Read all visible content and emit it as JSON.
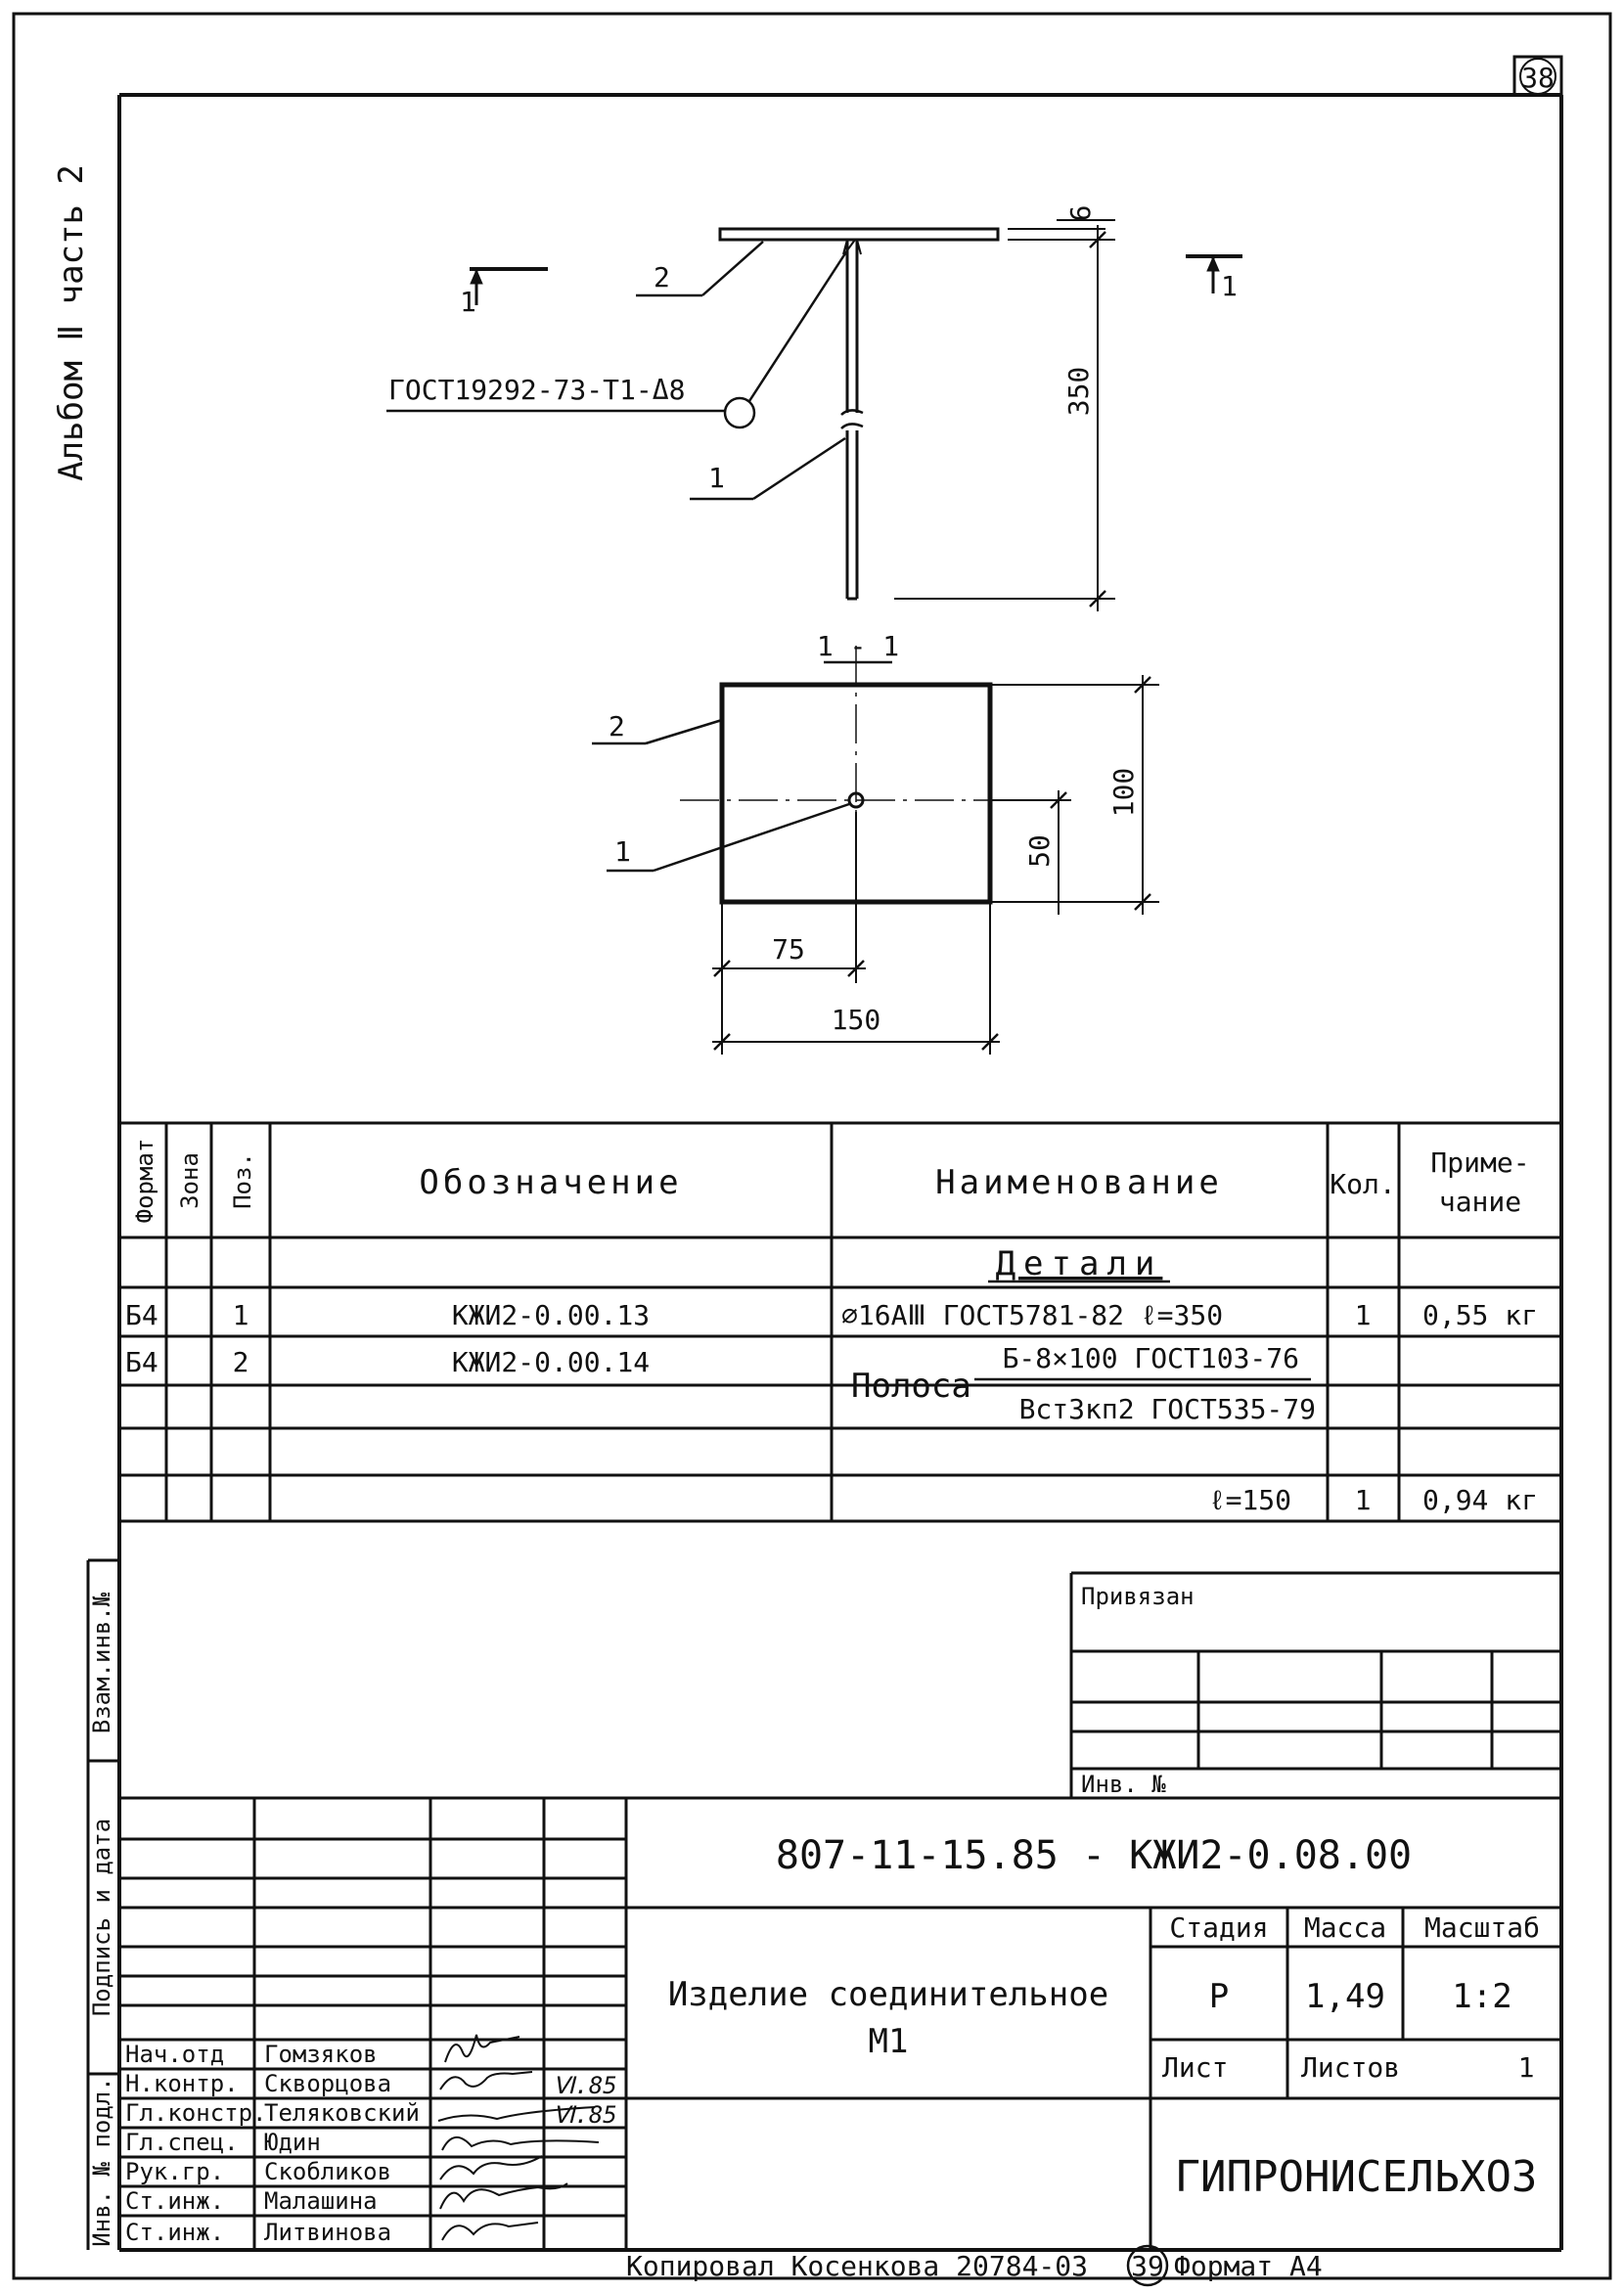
{
  "colors": {
    "ink": "#111111",
    "paper": "#ffffff"
  },
  "sheet_number": "38",
  "side_album": "Альбом Ⅱ часть 2",
  "side_stamps": [
    "Инв. № подл.",
    "Подпись и дата",
    "Взам.инв.№"
  ],
  "drawing": {
    "weld_note": "ГОСТ19292-73-Т1-Δ8",
    "section_mark": "1",
    "section_label": "1 - 1",
    "callout_1": "1",
    "callout_2": "2",
    "dim_6": "6",
    "dim_350": "350",
    "dim_100": "100",
    "dim_50": "50",
    "dim_75": "75",
    "dim_150": "150"
  },
  "spec": {
    "headers": {
      "format": "Формат",
      "zone": "Зона",
      "pos": "Поз.",
      "designation": "Обозначение",
      "name": "Наименование",
      "qty": "Кол.",
      "note1": "Приме-",
      "note2": "чание"
    },
    "section_title": "Детали",
    "rows": [
      {
        "format": "Б4",
        "pos": "1",
        "designation": "КЖИ2-0.00.13",
        "name": "⌀16АⅢ ГОСТ5781-82 ℓ=350",
        "qty": "1",
        "note": "0,55 кг"
      },
      {
        "format": "Б4",
        "pos": "2",
        "designation": "КЖИ2-0.00.14",
        "name_prefix": "Полоса",
        "name_top": "Б-8×100 ГОСТ103-76",
        "name_bottom": "Вст3кп2 ГОСТ535-79",
        "name_len": "ℓ=150",
        "qty": "1",
        "note": "0,94 кг"
      }
    ]
  },
  "privyazan": {
    "label": "Привязан",
    "inv_label": "Инв. №"
  },
  "title_block": {
    "code": "807-11-15.85 -   КЖИ2-0.08.00",
    "product_line1": "Изделие соединительное",
    "product_line2": "М1",
    "stage_label": "Стадия",
    "mass_label": "Масса",
    "scale_label": "Масштаб",
    "stage": "Р",
    "mass": "1,49",
    "scale": "1:2",
    "sheet_label": "Лист",
    "sheets_label": "Листов",
    "sheets_count": "1",
    "org": "ГИПРОНИСЕЛЬХОЗ",
    "roles": [
      {
        "role": "Нач.отд",
        "name": "Гомзяков"
      },
      {
        "role": "Н.контр.",
        "name": "Скворцова"
      },
      {
        "role": "Гл.констр.",
        "name": "Теляковский"
      },
      {
        "role": "Гл.спец.",
        "name": "Юдин"
      },
      {
        "role": "Рук.гр.",
        "name": "Скобликов"
      },
      {
        "role": "Ст.инж.",
        "name": "Малашина"
      },
      {
        "role": "Ст.инж.",
        "name": "Литвинова"
      }
    ],
    "sign_dates": [
      "Ⅵ.85",
      "Ⅵ.85"
    ]
  },
  "footer": {
    "copied": "Копировал Косенкова 20784-03",
    "sheet_circle": "39",
    "format": "Формат А4"
  }
}
